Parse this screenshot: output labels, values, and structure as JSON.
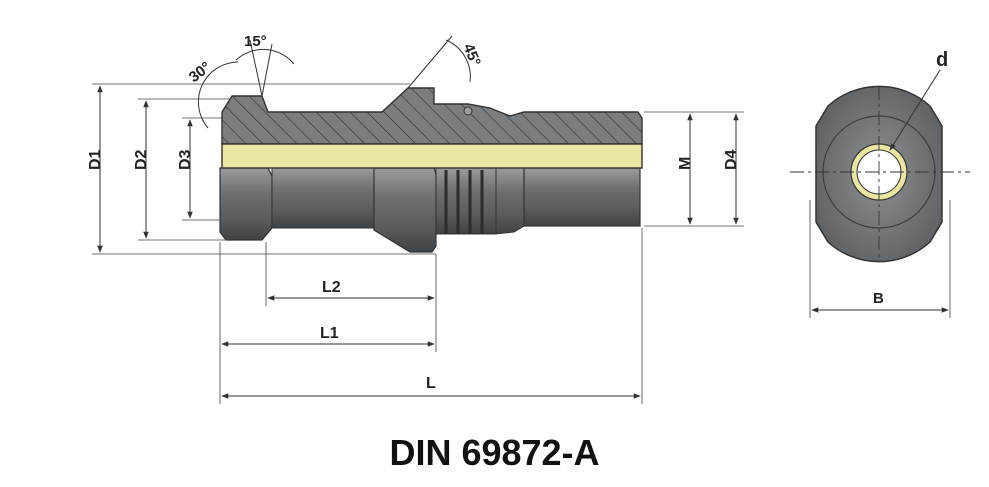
{
  "labels": {
    "angle_30": "30°",
    "angle_15": "15°",
    "angle_45": "45°",
    "D1": "D1",
    "D2": "D2",
    "D3": "D3",
    "M": "M",
    "D4": "D4",
    "L2": "L2",
    "L1": "L1",
    "L": "L",
    "d": "d",
    "B": "B"
  },
  "caption": "DIN 69872-A",
  "colors": {
    "body": "#7a7d80",
    "body_dark": "#4e5154",
    "bore": "#e8e4a0",
    "outline": "#333333"
  }
}
